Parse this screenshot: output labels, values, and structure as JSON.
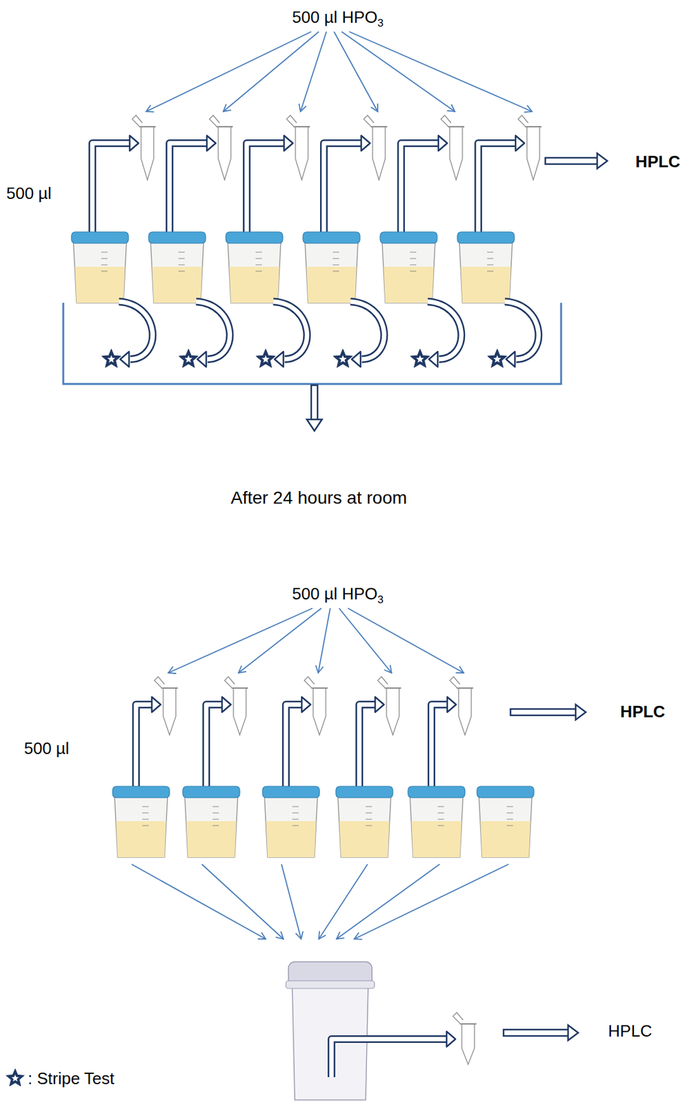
{
  "diagram": {
    "labels": [
      "500 µl HPO3",
      "500 µl",
      "HPLC",
      "After 24 hours at room",
      "500 µl HPO3",
      "500 µl",
      "HPLC",
      "HPLC"
    ],
    "legend": [
      {
        "text": ": Stripe Test"
      }
    ]
  }
}
